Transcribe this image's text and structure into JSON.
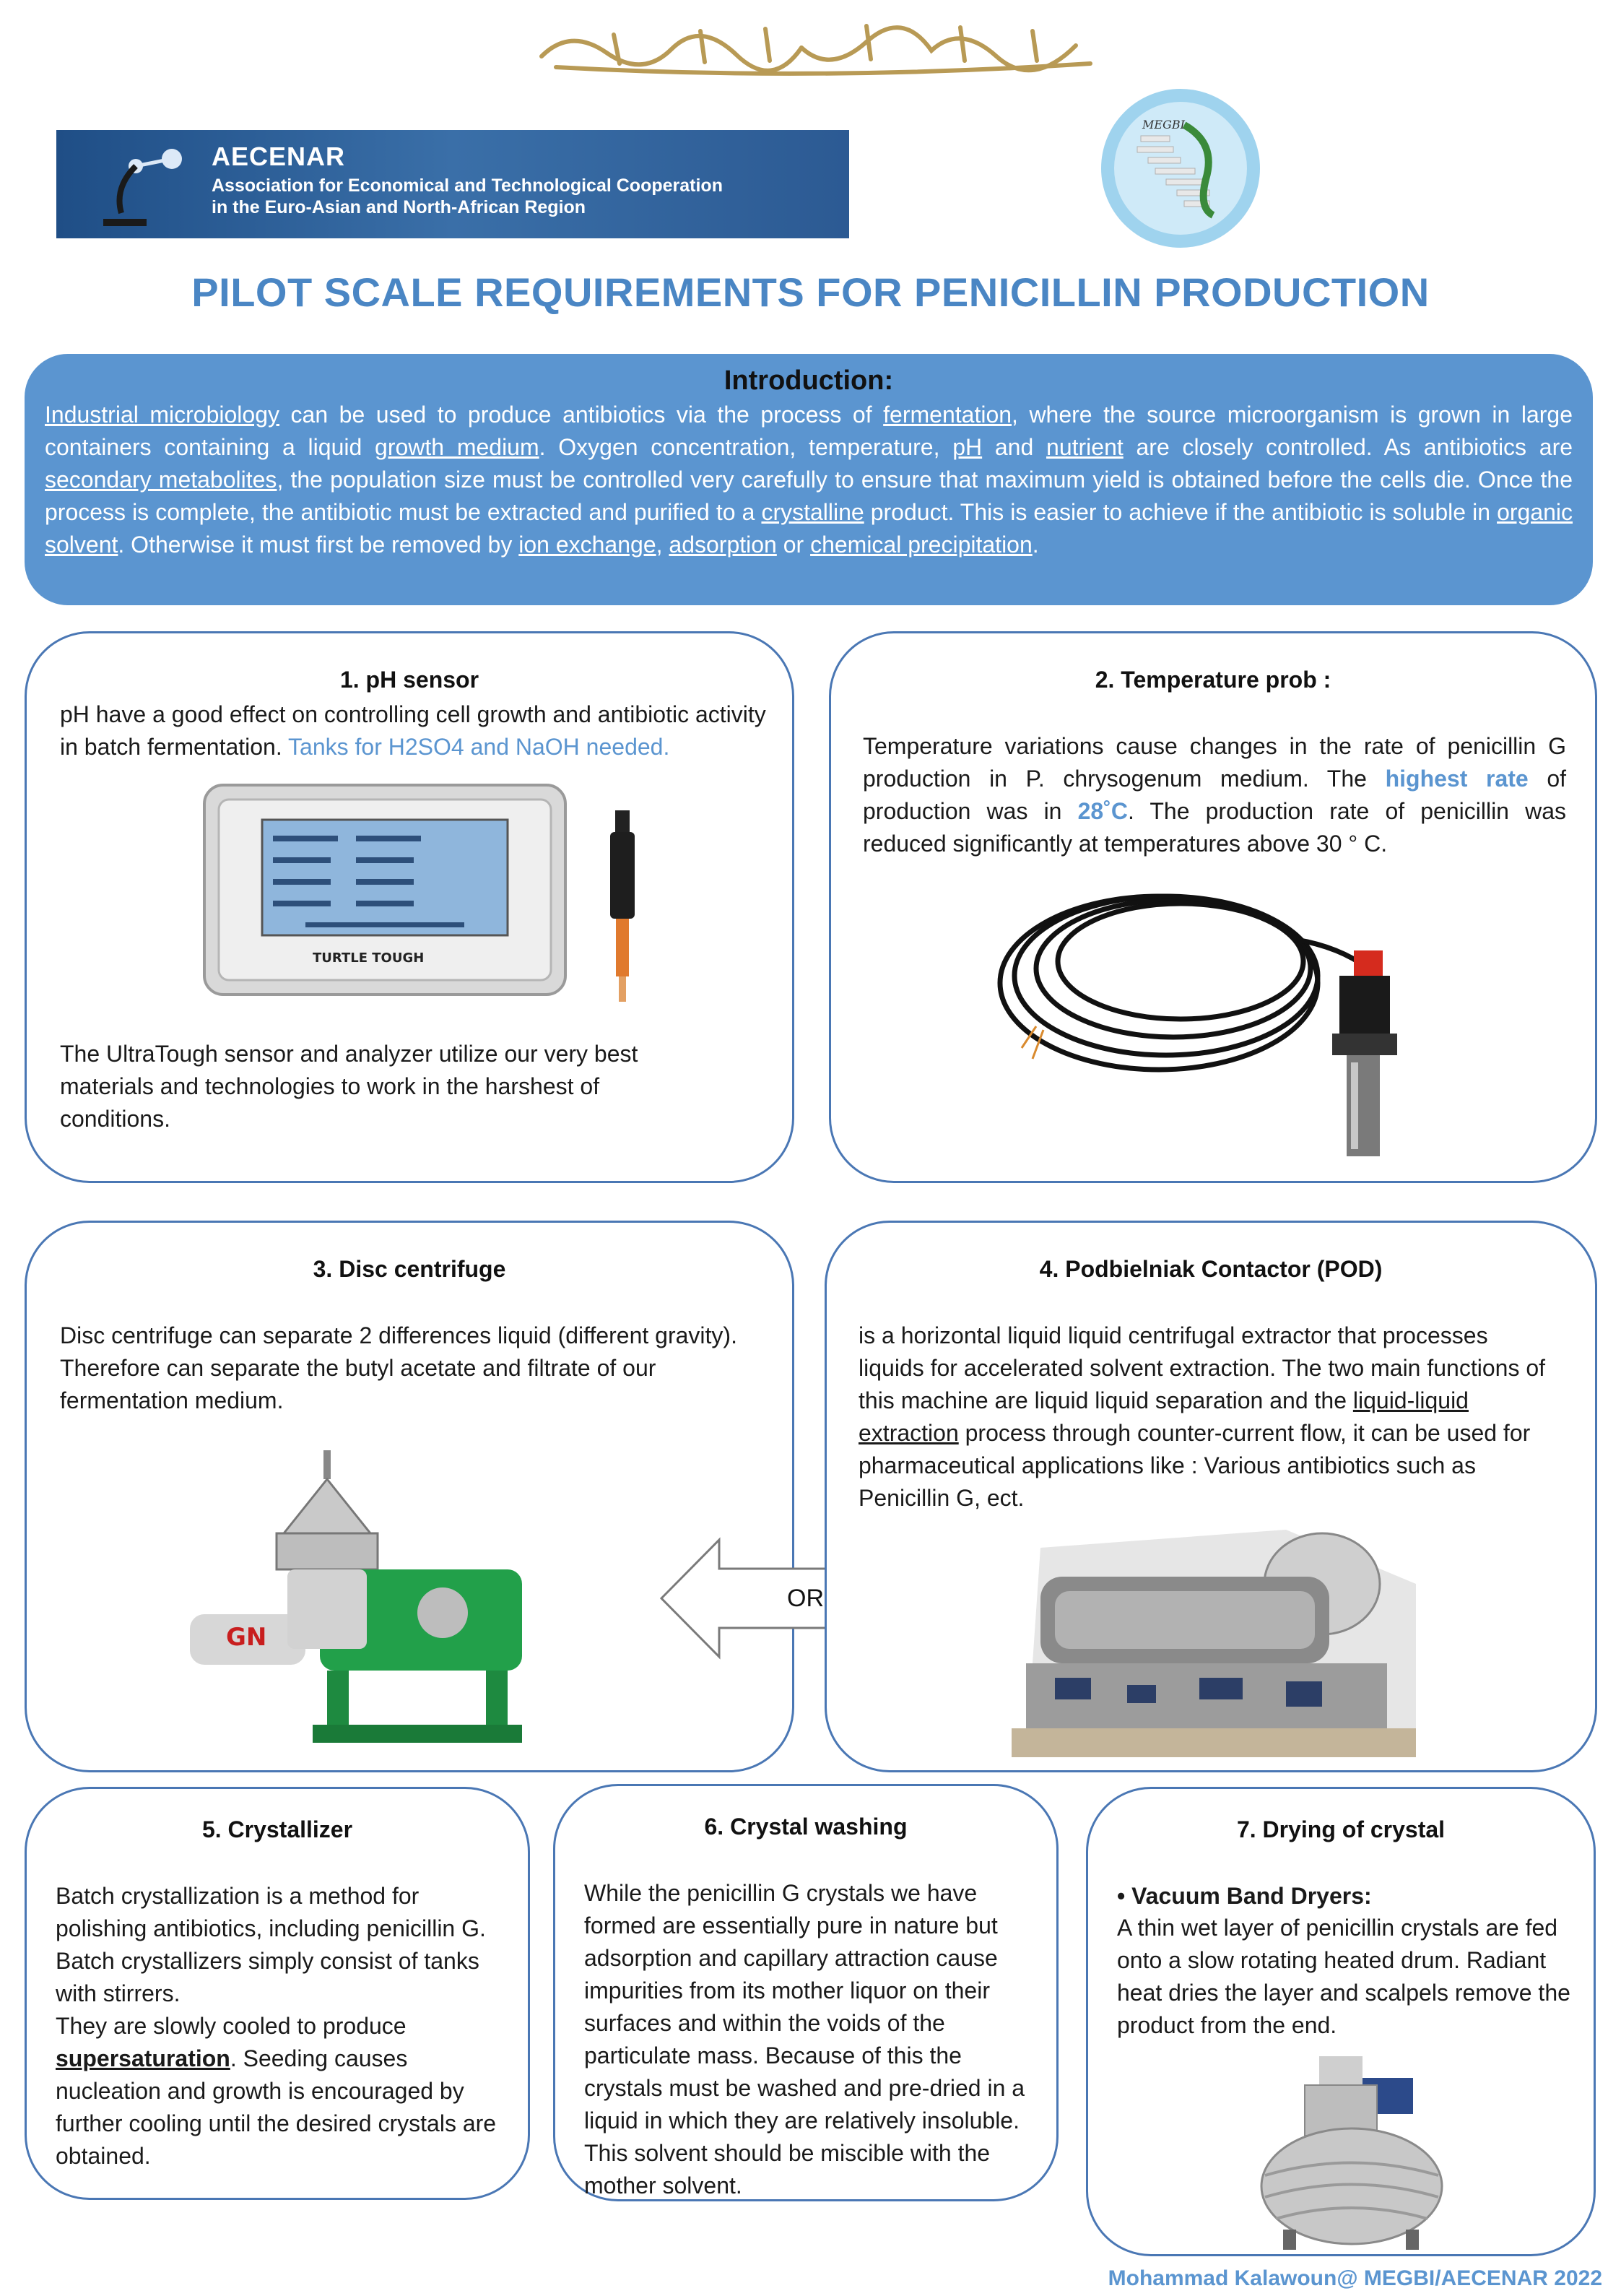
{
  "header": {
    "bismillah_icon": "arabic-calligraphy",
    "banner": {
      "org_name": "AECENAR",
      "subtitle_line1": "Association for Economical and Technological Cooperation",
      "subtitle_line2": "in the Euro-Asian and North-African Region"
    },
    "megbi_label": "MEGBI"
  },
  "title": "PILOT SCALE REQUIREMENTS FOR PENICILLIN PRODUCTION",
  "intro": {
    "heading": "Introduction:",
    "t1": "Industrial microbiology",
    "t2": " can be used to produce antibiotics via the process of ",
    "t3": "fermentation",
    "t4": ", where the source microorganism is grown in large containers containing a liquid ",
    "t5": "growth medium",
    "t6": ". Oxygen concentration, temperature, ",
    "t7": "pH",
    "t8": " and ",
    "t9": "nutrient",
    "t10": " are closely controlled. As antibiotics are ",
    "t11": "secondary metabolites",
    "t12": ", the population size must be controlled very carefully to ensure that maximum yield is obtained before the cells die. Once the process is complete, the antibiotic must be extracted and purified to a ",
    "t13": "crystalline",
    "t14": " product. This is easier to achieve if the antibiotic is soluble in ",
    "t15": "organic solvent",
    "t16": ". Otherwise it must first be removed by ",
    "t17": "ion exchange",
    "t18": ", ",
    "t19": "adsorption",
    "t20": " or ",
    "t21": "chemical precipitation",
    "t22": "."
  },
  "cards": {
    "ph": {
      "title": "1.  pH sensor",
      "text1": " pH have a good effect on controlling cell growth and antibiotic activity in batch fermentation. ",
      "text1_blue": "Tanks for H2SO4 and NaOH needed.",
      "device_brand": "TURTLE TOUGH",
      "text2": "The UltraTough sensor and analyzer utilize our very best materials and technologies to work in the harshest of conditions."
    },
    "temp": {
      "title": "2.  Temperature prob :",
      "p1": "Temperature variations cause changes in the rate of penicillin G production in P. chrysogenum medium. The ",
      "p2": "highest rate",
      "p3": " of production was in ",
      "p4": "28˚C",
      "p5": ". The production rate of penicillin was reduced significantly at temperatures above 30 ° C."
    },
    "disc": {
      "title": "3.  Disc centrifuge",
      "text": "Disc centrifuge can separate 2 differences liquid (different gravity). Therefore can separate the butyl acetate and filtrate of our fermentation medium.",
      "brand": "GN"
    },
    "pod": {
      "title": "4. Podbielniak Contactor (POD)",
      "p1": "is a horizontal liquid liquid centrifugal extractor that processes liquids for accelerated solvent extraction. The two main functions of this machine are liquid liquid separation and the ",
      "p2": "liquid-liquid extraction",
      "p3": " process through counter-current flow, it can be used for pharmaceutical applications like : Various antibiotics such as Penicillin G, ect."
    },
    "or_label": "OR",
    "cryst": {
      "title": "5.  Crystallizer",
      "p1": "Batch crystallization is a method for polishing antibiotics, including penicillin G. Batch crystallizers simply consist of tanks with stirrers.",
      "p2": " They are slowly cooled to produce ",
      "p3": "supersaturation",
      "p4": ". Seeding causes nucleation and growth is encouraged by further cooling until the desired crystals are obtained."
    },
    "wash": {
      "title": "6.  Crystal washing",
      "text": "While the penicillin G crystals we have formed are essentially pure in nature but adsorption and capillary attraction cause impurities from its mother liquor on their surfaces and within the voids of the particulate mass. Because of this the crystals must be washed and pre-dried in a liquid in which they are relatively insoluble. This solvent should be miscible with the mother solvent."
    },
    "dry": {
      "title": "7.  Drying of crystal",
      "bullet": "• Vacuum Band Dryers:",
      "text": "A thin wet layer of penicillin crystals are fed onto a slow rotating heated drum. Radiant heat dries the layer and scalpels remove the product from the end."
    }
  },
  "footer": "Mohammad Kalawoun@ MEGBI/AECENAR 2022",
  "colors": {
    "accent": "#5b95d0",
    "title": "#4a86c4",
    "border": "#4a77b4",
    "banner": "#2c5a93"
  }
}
